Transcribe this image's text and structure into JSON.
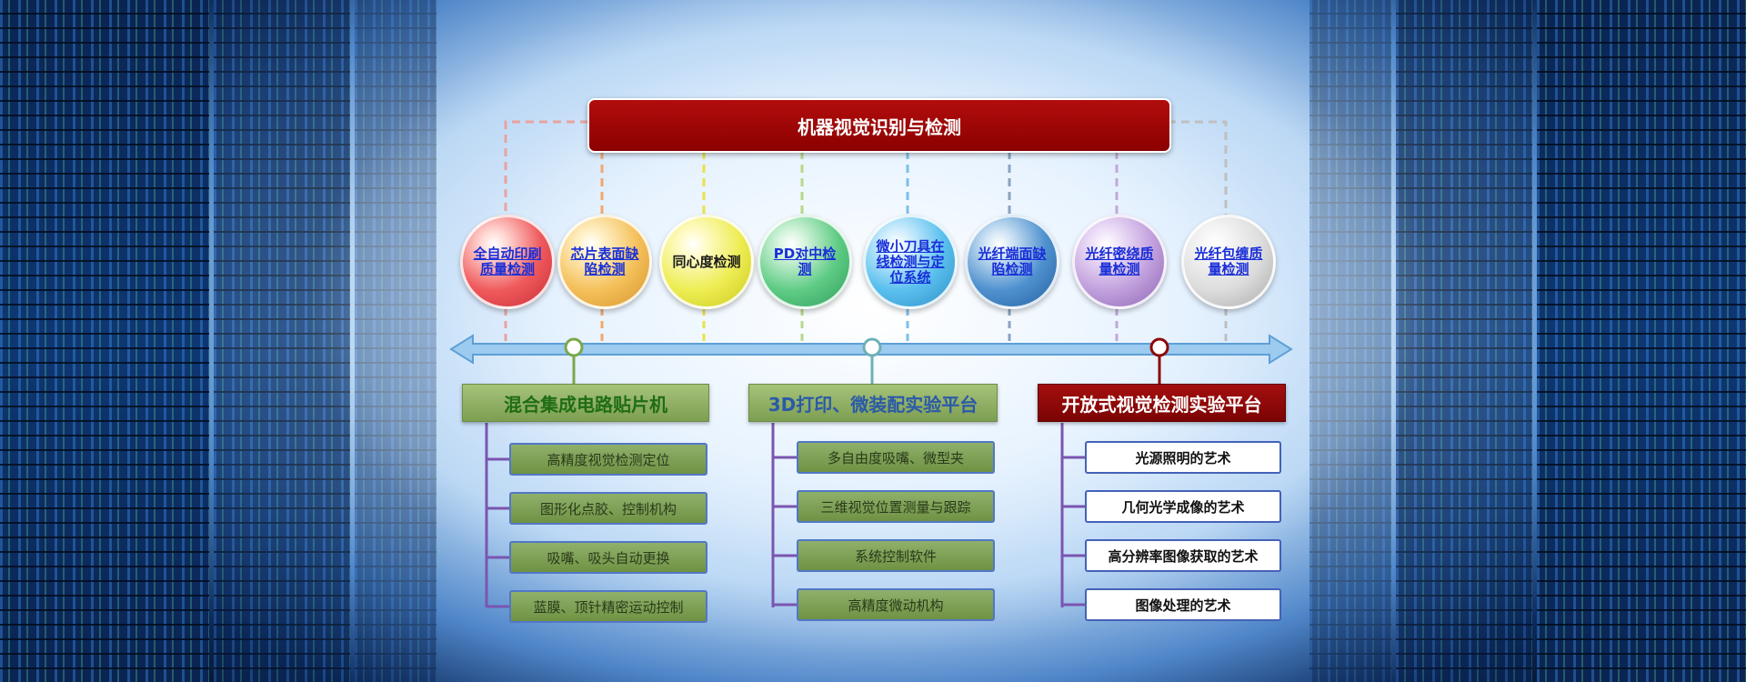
{
  "title": "机器视觉识别与检测",
  "colors": {
    "title_bg": "#9b0606",
    "timeline": "#7ab5e2",
    "green": "#6f9244",
    "red": "#8c0a0a"
  },
  "circles": [
    {
      "label": "全自动印刷质量检测",
      "color": "#e8484d",
      "dash": "#e9a3a0"
    },
    {
      "label": "芯片表面缺陷检测",
      "color": "#f1b545",
      "dash": "#f2a86b"
    },
    {
      "label": "同心度检测",
      "color": "#e3e336",
      "dash": "#e7e344"
    },
    {
      "label": "PD对中检测",
      "color": "#57c27a",
      "dash": "#b8d889"
    },
    {
      "label": "微小刀具在线检测与定位系统",
      "color": "#4cb2e6",
      "dash": "#7cc0ea"
    },
    {
      "label": "光纤端面缺陷检测",
      "color": "#3f84c6",
      "dash": "#8aa3c0"
    },
    {
      "label": "光纤密绕质量检测",
      "color": "#b893d6",
      "dash": "#c3a8d8"
    },
    {
      "label": "光纤包缠质量检测",
      "color": "#cfcfcf",
      "dash": "#bfbfbf"
    }
  ],
  "groups": [
    {
      "title": "混合集成电路贴片机",
      "title_color": "#1f6d14",
      "items": [
        "高精度视觉检测定位",
        "图形化点胶、控制机构",
        "吸嘴、吸头自动更换",
        "蓝膜、顶针精密运动控制"
      ]
    },
    {
      "title": "3D打印、微装配实验平台",
      "title_color": "#2b5aa8",
      "items": [
        "多自由度吸嘴、微型夹",
        "三维视觉位置测量与跟踪",
        "系统控制软件",
        "高精度微动机构"
      ]
    },
    {
      "title": "开放式视觉检测实验平台",
      "title_color": "#ffffff",
      "items": [
        "光源照明的艺术",
        "几何光学成像的艺术",
        "高分辨率图像获取的艺术",
        "图像处理的艺术"
      ]
    }
  ]
}
